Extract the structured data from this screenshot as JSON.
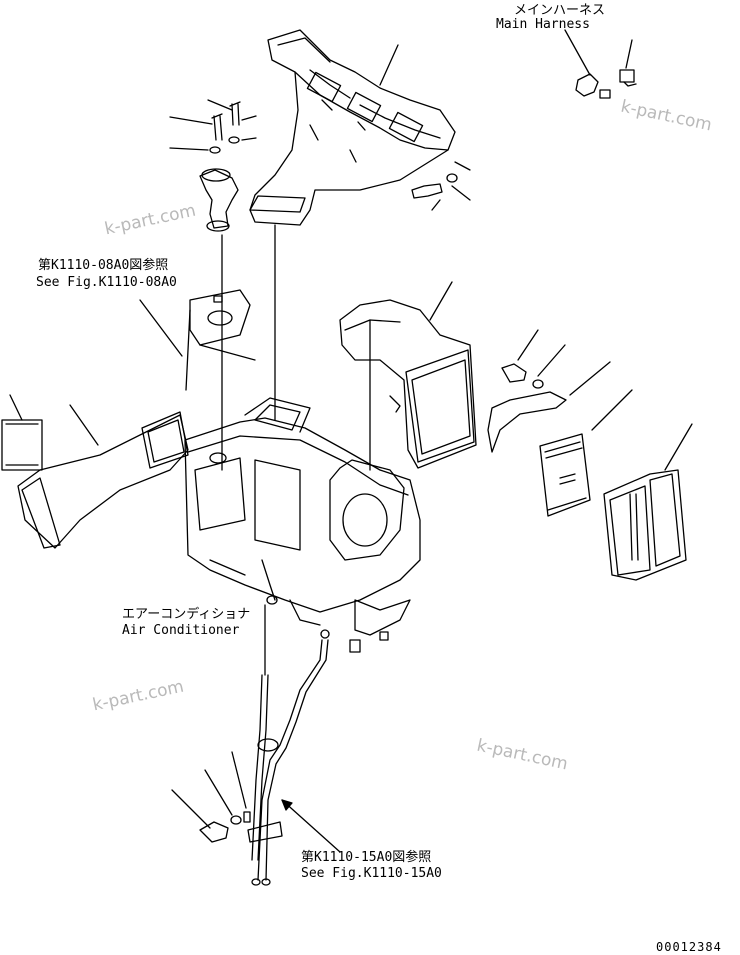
{
  "labels": {
    "main_harness_jp": "メインハーネス",
    "main_harness_en": "Main Harness",
    "ref_top_jp": "第K1110-08A0図参照",
    "ref_top_en": "See Fig.K1110-08A0",
    "aircon_jp": "エアーコンディショナ",
    "aircon_en": "Air Conditioner",
    "ref_bottom_jp": "第K1110-15A0図参照",
    "ref_bottom_en": "See Fig.K1110-15A0",
    "drawing_number": "00012384"
  },
  "watermarks": [
    "k-part.com",
    "k-part.com",
    "k-part.com",
    "k-part.com"
  ]
}
